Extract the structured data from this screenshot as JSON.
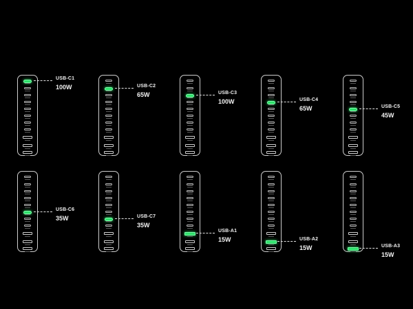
{
  "colors": {
    "background": "#000000",
    "highlight": "#2ee06a",
    "outline": "#cfcfcf"
  },
  "panels": [
    {
      "port": "USB-C1",
      "watts": "100W"
    },
    {
      "port": "USB-C2",
      "watts": "65W"
    },
    {
      "port": "USB-C3",
      "watts": "100W"
    },
    {
      "port": "USB-C4",
      "watts": "65W"
    },
    {
      "port": "USB-C5",
      "watts": "45W"
    },
    {
      "port": "USB-C6",
      "watts": "35W"
    },
    {
      "port": "USB-C7",
      "watts": "35W"
    },
    {
      "port": "USB-A1",
      "watts": "15W"
    },
    {
      "port": "USB-A2",
      "watts": "15W"
    },
    {
      "port": "USB-A3",
      "watts": "15W"
    }
  ]
}
